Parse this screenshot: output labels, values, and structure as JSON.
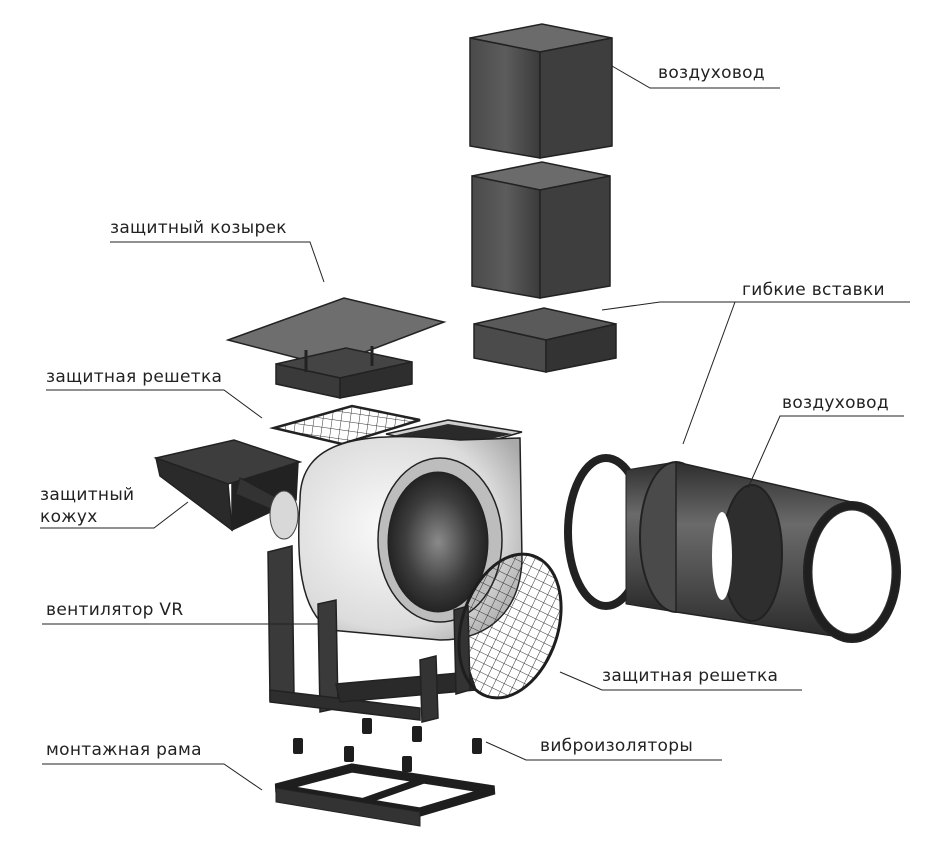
{
  "labels": {
    "duct_top": "воздуховод",
    "flex_inserts": "гибкие вставки",
    "duct_round": "воздуховод",
    "protective_hood": "защитный козырек",
    "protective_grille_top": "защитная решетка",
    "protective_cover": "защитный кожух",
    "fan": "вентилятор VR",
    "protective_grille_front": "защитная решетка",
    "vibration_isolators": "виброизоляторы",
    "mounting_frame": "монтажная рама"
  },
  "colors": {
    "metal_dark": "#3a3a3a",
    "metal_mid": "#555555",
    "metal_light": "#7a7a7a",
    "fan_body": "#e8e8e8",
    "leader": "#222222"
  }
}
